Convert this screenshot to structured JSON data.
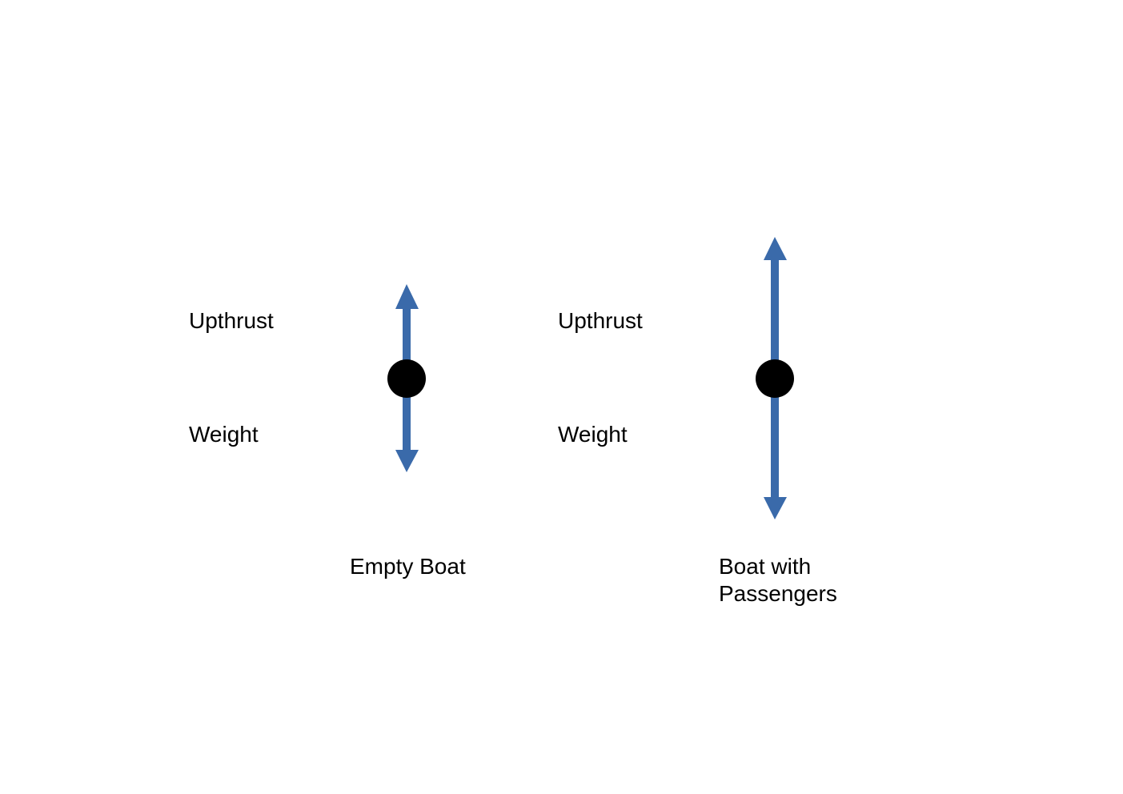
{
  "colors": {
    "arrow": "#3A6AAA",
    "point": "#000000"
  },
  "panels": [
    {
      "upthrust_label": "Upthrust",
      "weight_label": "Weight",
      "caption_line1": "Empty Boat",
      "caption_line2": "",
      "upthrust_relative": 1,
      "weight_relative": 1
    },
    {
      "upthrust_label": "Upthrust",
      "weight_label": "Weight",
      "caption_line1": "Boat with",
      "caption_line2": "Passengers",
      "upthrust_relative": 1,
      "weight_relative": 1
    }
  ]
}
